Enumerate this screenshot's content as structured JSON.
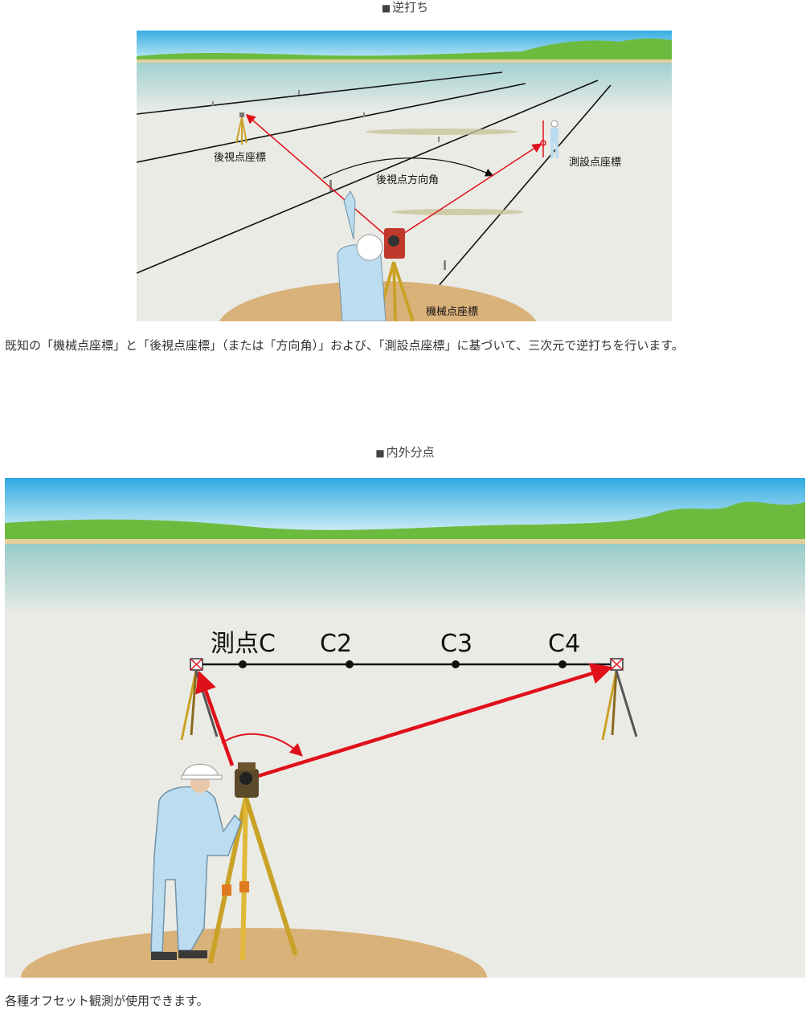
{
  "section1": {
    "heading_mark": "■",
    "heading": "逆打ち",
    "figure_labels": {
      "backsight": "後視点座標",
      "direction_angle": "後視点方向角",
      "stakeout": "測設点座標",
      "instrument": "機械点座標"
    },
    "description": "既知の「機械点座標」と「後視点座標」（または「方向角）」および、「測設点座標」に基づいて、三次元で逆打ちを行います。"
  },
  "section2": {
    "heading_mark": "■",
    "heading": "内外分点",
    "figure_labels": {
      "point_c": "測点C",
      "c2": "C2",
      "c3": "C3",
      "c4": "C4"
    },
    "description": "各種オフセット観測が使用できます。"
  },
  "colors": {
    "sky_top": "#3bb0e3",
    "sky_bottom": "#d8f0f8",
    "hills": "#6dbb3e",
    "ground": "#ebebe6",
    "mound": "#d9b27a",
    "sight_line": "#e0101b",
    "worker_suit": "#bcdcf0"
  }
}
